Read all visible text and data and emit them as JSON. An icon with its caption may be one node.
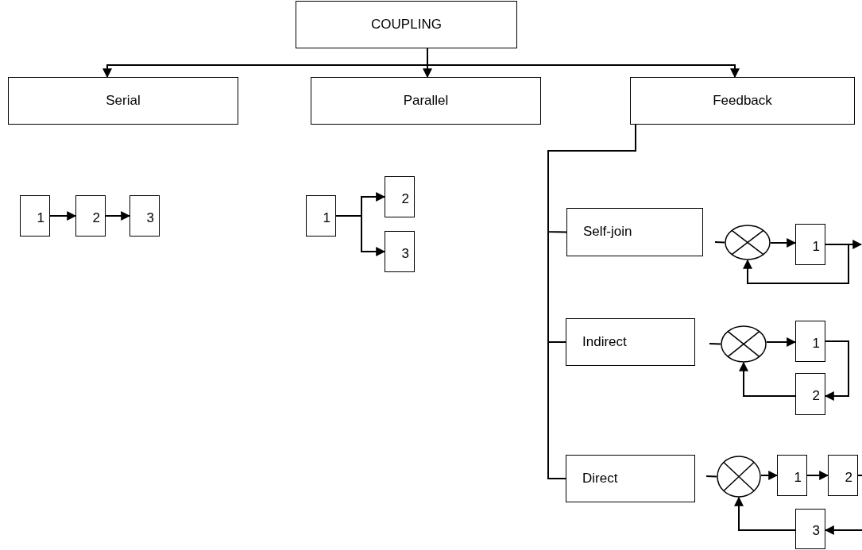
{
  "diagram": {
    "nodes": [
      {
        "text": [
          "COUPLING"
        ]
      },
      {
        "text": [
          "Serial"
        ]
      },
      {
        "text": [
          "Parallel"
        ]
      },
      {
        "text": [
          "Feedback"
        ]
      },
      {
        "text": [
          "1"
        ]
      },
      {
        "text": [
          "2"
        ]
      },
      {
        "text": [
          "3"
        ]
      },
      {
        "text": [
          "1"
        ]
      },
      {
        "text": [
          "2"
        ]
      },
      {
        "text": [
          "3"
        ]
      },
      {
        "text": [
          "Self-join"
        ]
      },
      {
        "text": [],
        "shape": "circle"
      },
      {
        "text": [
          "1"
        ]
      },
      {
        "text": [
          "Indirect"
        ]
      },
      {
        "text": [],
        "shape": "circle"
      },
      {
        "text": [
          "1"
        ]
      },
      {
        "text": [
          "2"
        ]
      },
      {
        "text": [
          "Direct"
        ]
      },
      {
        "text": [],
        "shape": "circle"
      },
      {
        "text": [
          "1"
        ]
      },
      {
        "text": [
          "2"
        ]
      },
      {
        "text": [
          "3"
        ]
      }
    ],
    "edges": [
      {
        "from": 0,
        "to": 1,
        "arrow": "to"
      },
      {
        "from": 0,
        "to": 2,
        "arrow": "to"
      },
      {
        "from": 0,
        "to": 3,
        "arrow": "to"
      },
      {
        "from": 3,
        "to": 10,
        "arrow": "none"
      },
      {
        "from": 3,
        "to": 13,
        "arrow": "none"
      },
      {
        "from": 3,
        "to": 17,
        "arrow": "none"
      },
      {
        "from": 4,
        "to": 5,
        "arrow": "to"
      },
      {
        "from": 5,
        "to": 6,
        "arrow": "to"
      },
      {
        "from": 7,
        "to": 8,
        "arrow": "to"
      },
      {
        "from": 7,
        "to": 9,
        "arrow": "to"
      },
      {
        "from": null,
        "to": 11,
        "arrow": "none"
      },
      {
        "from": 11,
        "to": 12,
        "arrow": "to"
      },
      {
        "from": 12,
        "to": null,
        "arrow": "to"
      },
      {
        "from": 12,
        "to": 11,
        "arrow": "to"
      },
      {
        "from": null,
        "to": 14,
        "arrow": "none"
      },
      {
        "from": 14,
        "to": 15,
        "arrow": "to"
      },
      {
        "from": 15,
        "to": 16,
        "arrow": "to"
      },
      {
        "from": 16,
        "to": 14,
        "arrow": "to"
      },
      {
        "from": null,
        "to": 18,
        "arrow": "none"
      },
      {
        "from": 18,
        "to": 19,
        "arrow": "to"
      },
      {
        "from": 19,
        "to": 20,
        "arrow": "to"
      },
      {
        "from": 20,
        "to": null,
        "arrow": "none"
      },
      {
        "from": null,
        "to": 21,
        "arrow": "to"
      },
      {
        "from": 21,
        "to": 18,
        "arrow": "to"
      }
    ]
  }
}
